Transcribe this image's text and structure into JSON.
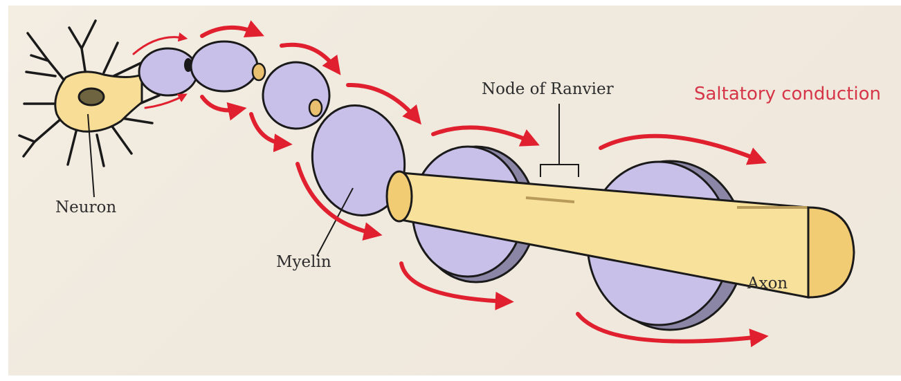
{
  "labels": {
    "neuron": "Neuron",
    "myelin": "Myelin",
    "node_of_ranvier": "Node of Ranvier",
    "axon": "Axon",
    "saltatory_conduction": "Saltatory conduction"
  },
  "colors": {
    "background": "#f1ebe0",
    "myelin": "#c9c0ea",
    "myelin_shadow": "#8c86a6",
    "axon": "#f8e19b",
    "axon_end": "#f2cc72",
    "arrow": "#e1202f",
    "outline": "#1a1a1a",
    "accent_text": "#d63548"
  }
}
